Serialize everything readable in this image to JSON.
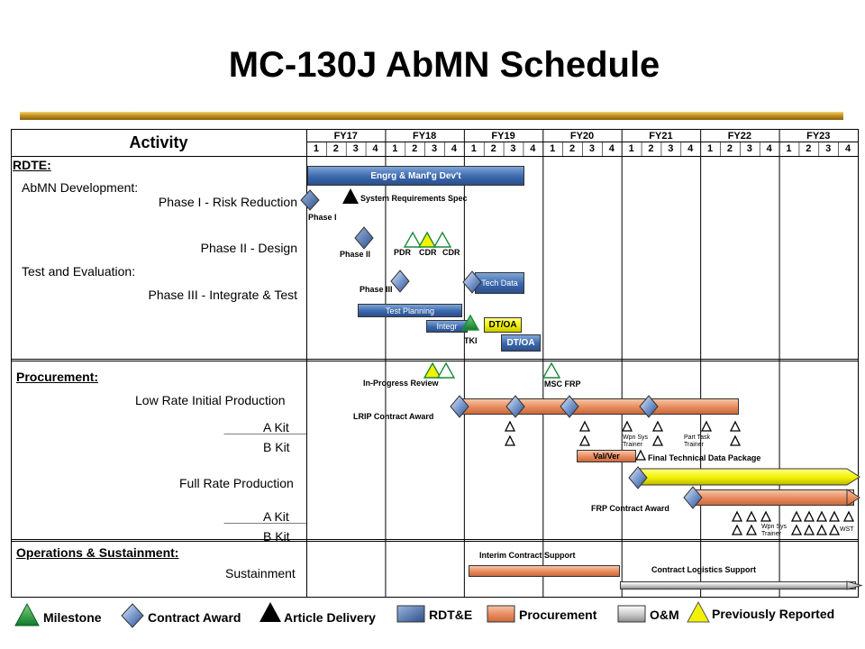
{
  "title": "MC-130J AbMN Schedule",
  "header": {
    "activity": "Activity",
    "fiscal_years": [
      "FY17",
      "FY18",
      "FY19",
      "FY20",
      "FY21",
      "FY22",
      "FY23"
    ],
    "quarters": [
      "1",
      "2",
      "3",
      "4"
    ]
  },
  "rows": {
    "rdte": "RDTE:",
    "abmn_dev": "AbMN Development:",
    "phase1": "Phase I - Risk Reduction",
    "phase2": "Phase II - Design",
    "test_eval": "Test and Evaluation:",
    "phase3": "Phase III - Integrate & Test",
    "procurement": "Procurement:",
    "lrip": "Low Rate Initial Production",
    "lrip_akit": "A Kit",
    "lrip_bkit": "B Kit",
    "frp": "Full Rate Production",
    "frp_akit": "A Kit",
    "frp_bkit": "B Kit",
    "ops": "Operations & Sustainment:",
    "sustainment": "Sustainment"
  },
  "bars": {
    "emd": "Engrg & Manf'g Dev't",
    "tech_data": "Tech Data",
    "test_planning": "Test Planning",
    "integr": "Integr",
    "dtoa_yellow": "DT/OA",
    "dtoa_blue": "DT/OA",
    "val_ver": "Val/Ver"
  },
  "labels": {
    "phase1": "Phase I",
    "srs": "System Requirements Spec",
    "phase2": "Phase II",
    "pdr": "PDR",
    "cdr1": "CDR",
    "cdr2": "CDR",
    "phase3": "Phase III",
    "tki": "TKI",
    "ipr": "In-Progress Review",
    "msc_frp": "MSC FRP",
    "lrip_award": "LRIP Contract Award",
    "wpn_sys_trainer": "Wpn Sys Trainer",
    "part_task_trainer": "Part Task Trainer",
    "ftdp": "Final Technical Data Package",
    "frp_award": "FRP Contract Award",
    "wpn_sys_trainer2": "Wpn Sys Trainer",
    "wst": "WST",
    "interim": "Interim Contract Support",
    "cls": "Contract Logistics Support"
  },
  "legend": {
    "milestone": "Milestone",
    "contract_award": "Contract Award",
    "article_delivery": "Article Delivery",
    "rdte": "RDT&E",
    "procurement": "Procurement",
    "om": "O&M",
    "previously_reported": "Previously Reported"
  },
  "colors": {
    "rdte": "#3b67ad",
    "procurement": "#e88a5c",
    "om": "#c8c8c8",
    "previously_reported": "#f2f200",
    "milestone": "#1a9a3a",
    "contract_award": "#4a74b8",
    "title_rule": "#c8941c"
  }
}
